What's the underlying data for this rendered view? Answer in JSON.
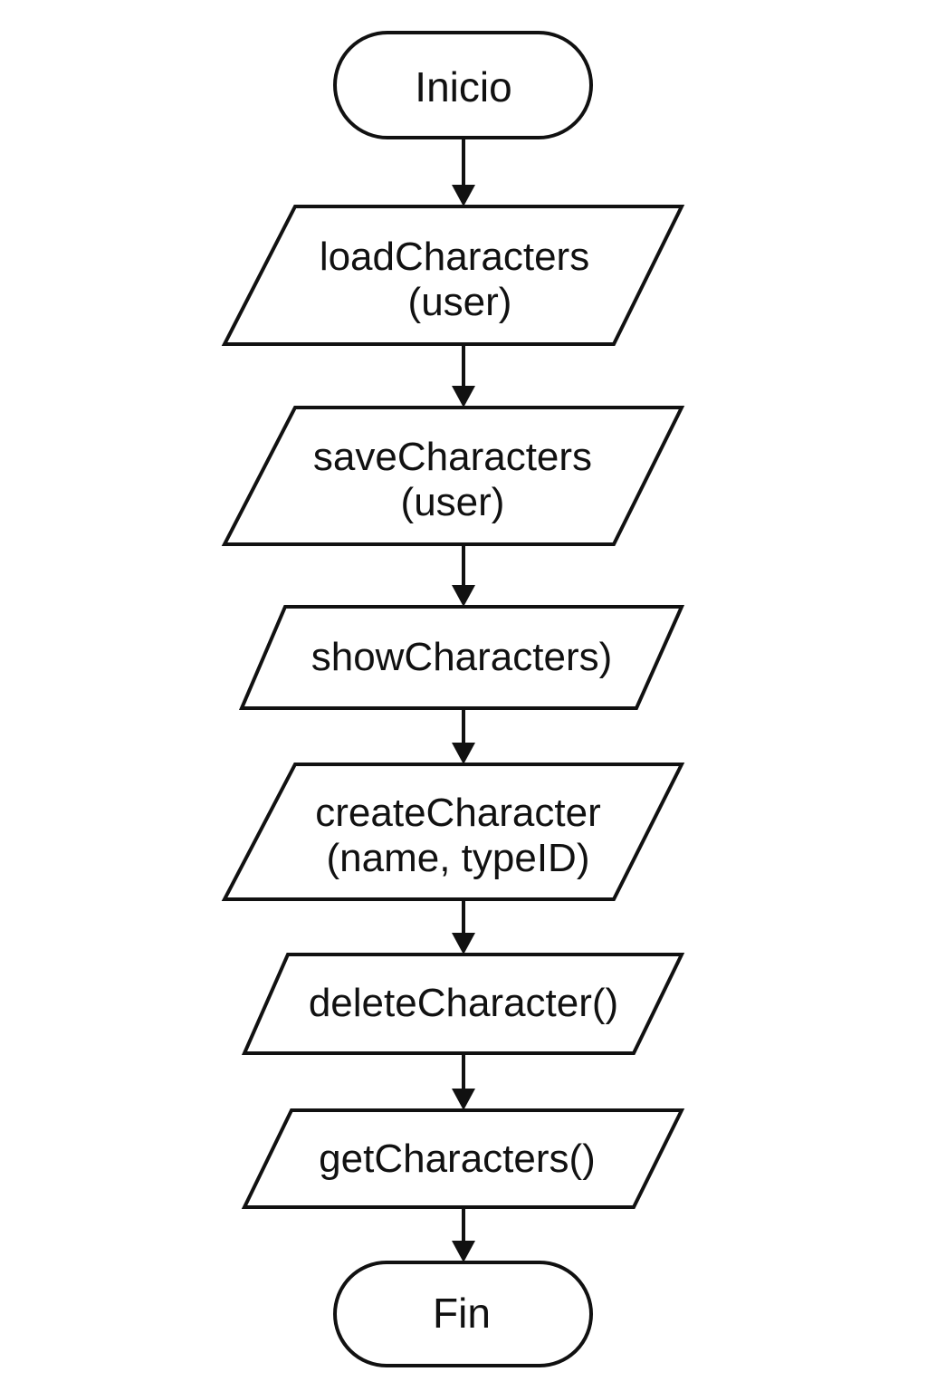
{
  "flowchart": {
    "start": {
      "label": "Inicio"
    },
    "steps": [
      {
        "lines": [
          "loadCharacters",
          "(user)"
        ]
      },
      {
        "lines": [
          "saveCharacters",
          "(user)"
        ]
      },
      {
        "lines": [
          "showCharacters)"
        ]
      },
      {
        "lines": [
          "createCharacter",
          "(name, typeID)"
        ]
      },
      {
        "lines": [
          "deleteCharacter()"
        ]
      },
      {
        "lines": [
          "getCharacters()"
        ]
      }
    ],
    "end": {
      "label": "Fin"
    }
  }
}
